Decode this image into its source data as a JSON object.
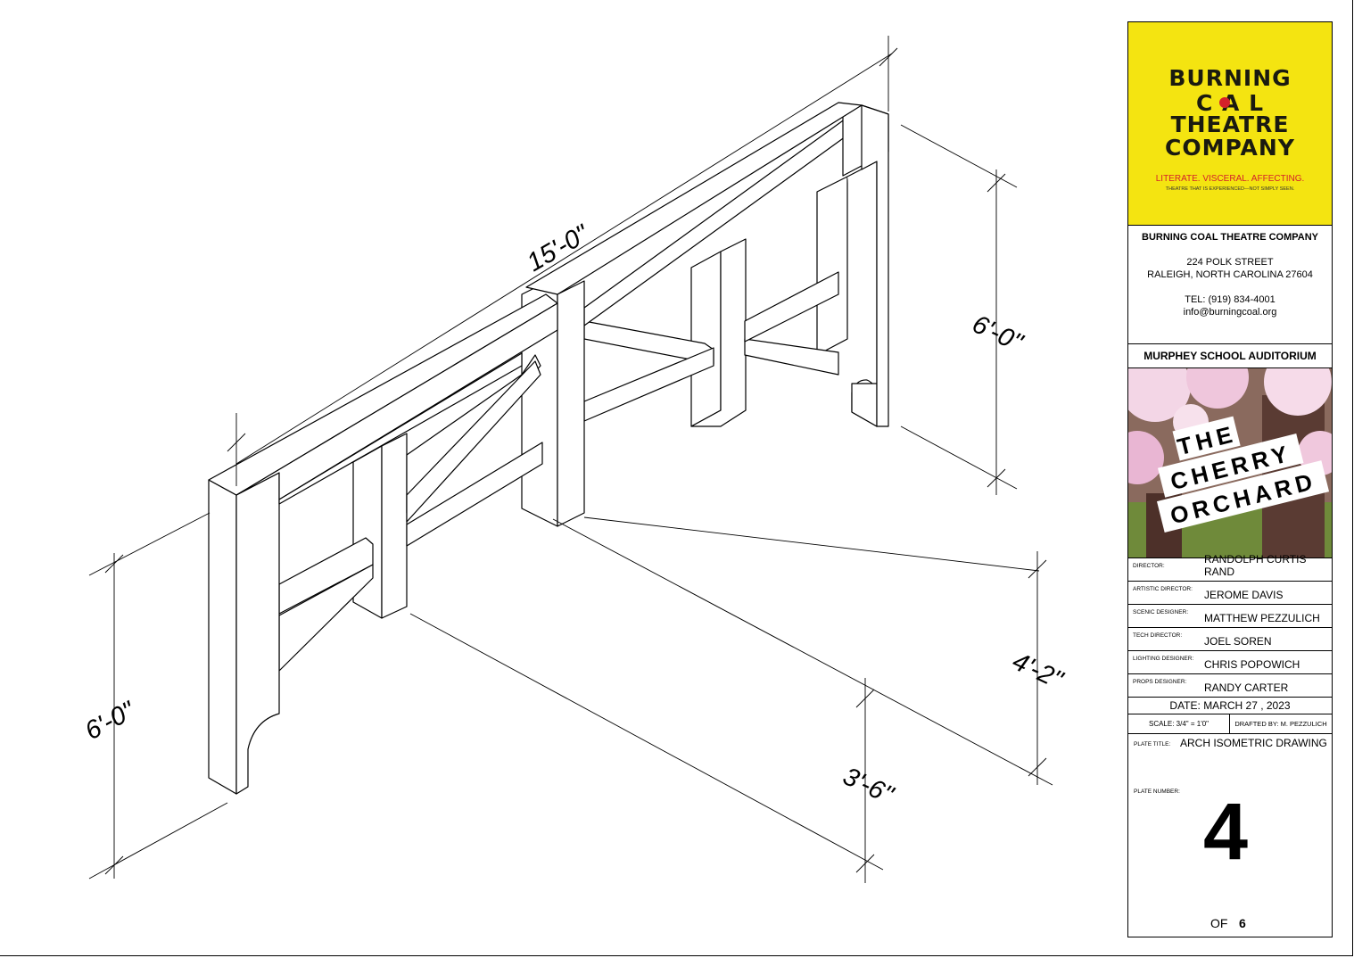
{
  "dimensions": {
    "overall_length": "15'-0\"",
    "right_height": "6'-0\"",
    "left_height": "6'-0\"",
    "opening_height": "4'-2\"",
    "clearance": "3'-6\""
  },
  "logo": {
    "line1": "BURNING",
    "line2": "C  A  L",
    "line3": "THEATRE",
    "line4": "COMPANY",
    "tagline": "LITERATE. VISCERAL. AFFECTING.",
    "subtag": "THEATRE THAT IS EXPERIENCED—NOT SIMPLY SEEN.",
    "tagline_color": "#d4202a",
    "background": "#f4e411"
  },
  "company": {
    "name": "BURNING COAL THEATRE COMPANY",
    "street": "224 POLK STREET",
    "city": "RALEIGH, NORTH CAROLINA 27604",
    "tel": "TEL: (919) 834-4001",
    "email": "info@burningcoal.org"
  },
  "venue": "MURPHEY SCHOOL AUDITORIUM",
  "poster": {
    "line1": "THE",
    "line2": "CHERRY",
    "line3": "ORCHARD"
  },
  "credits": [
    {
      "label": "DIRECTOR:",
      "value": "RANDOLPH CURTIS RAND"
    },
    {
      "label": "ARTISTIC DIRECTOR:",
      "value": "JEROME DAVIS"
    },
    {
      "label": "SCENIC DESIGNER:",
      "value": "MATTHEW PEZZULICH"
    },
    {
      "label": "TECH DIRECTOR:",
      "value": "JOEL SOREN"
    },
    {
      "label": "LIGHTING DESIGNER:",
      "value": "CHRIS POPOWICH"
    },
    {
      "label": "PROPS DESIGNER:",
      "value": "RANDY CARTER"
    }
  ],
  "date": "DATE:  MARCH 27 , 2023",
  "scale": "SCALE: 3/4\" = 1'0\"",
  "drafted_by": "DRAFTED BY: M. PEZZULICH",
  "plate_title_label": "PLATE TITLE:",
  "plate_title": "ARCH ISOMETRIC DRAWING",
  "plate_number_label": "PLATE NUMBER:",
  "plate_number": "4",
  "of_label": "OF",
  "of_total": "6"
}
